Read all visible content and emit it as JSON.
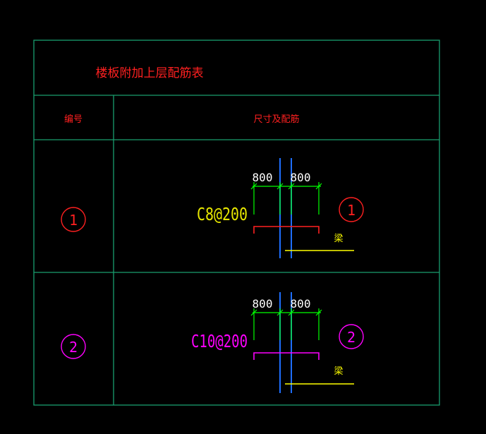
{
  "table": {
    "title": "楼板附加上层配筋表",
    "header_number": "编号",
    "header_size": "尺寸及配筋"
  },
  "rows": [
    {
      "number_label": "1",
      "spec": "C8@200",
      "dim_left": "800",
      "dim_right": "800",
      "tag_label": "1",
      "beam_label": "梁",
      "color": "#ff2020"
    },
    {
      "number_label": "2",
      "spec": "C10@200",
      "dim_left": "800",
      "dim_right": "800",
      "tag_label": "2",
      "beam_label": "梁",
      "color": "#ff00ff"
    }
  ],
  "colors": {
    "background": "#000000",
    "table_border": "#1a9e6e",
    "title_text": "#ff2020",
    "header_text": "#ff2020",
    "dimension_line": "#00ff00",
    "dimension_text": "#ffffff",
    "column_line": "#1e6fff",
    "beam_line": "#ffff00",
    "spec_row1": "#ffff00",
    "spec_row2": "#ff00ff"
  }
}
